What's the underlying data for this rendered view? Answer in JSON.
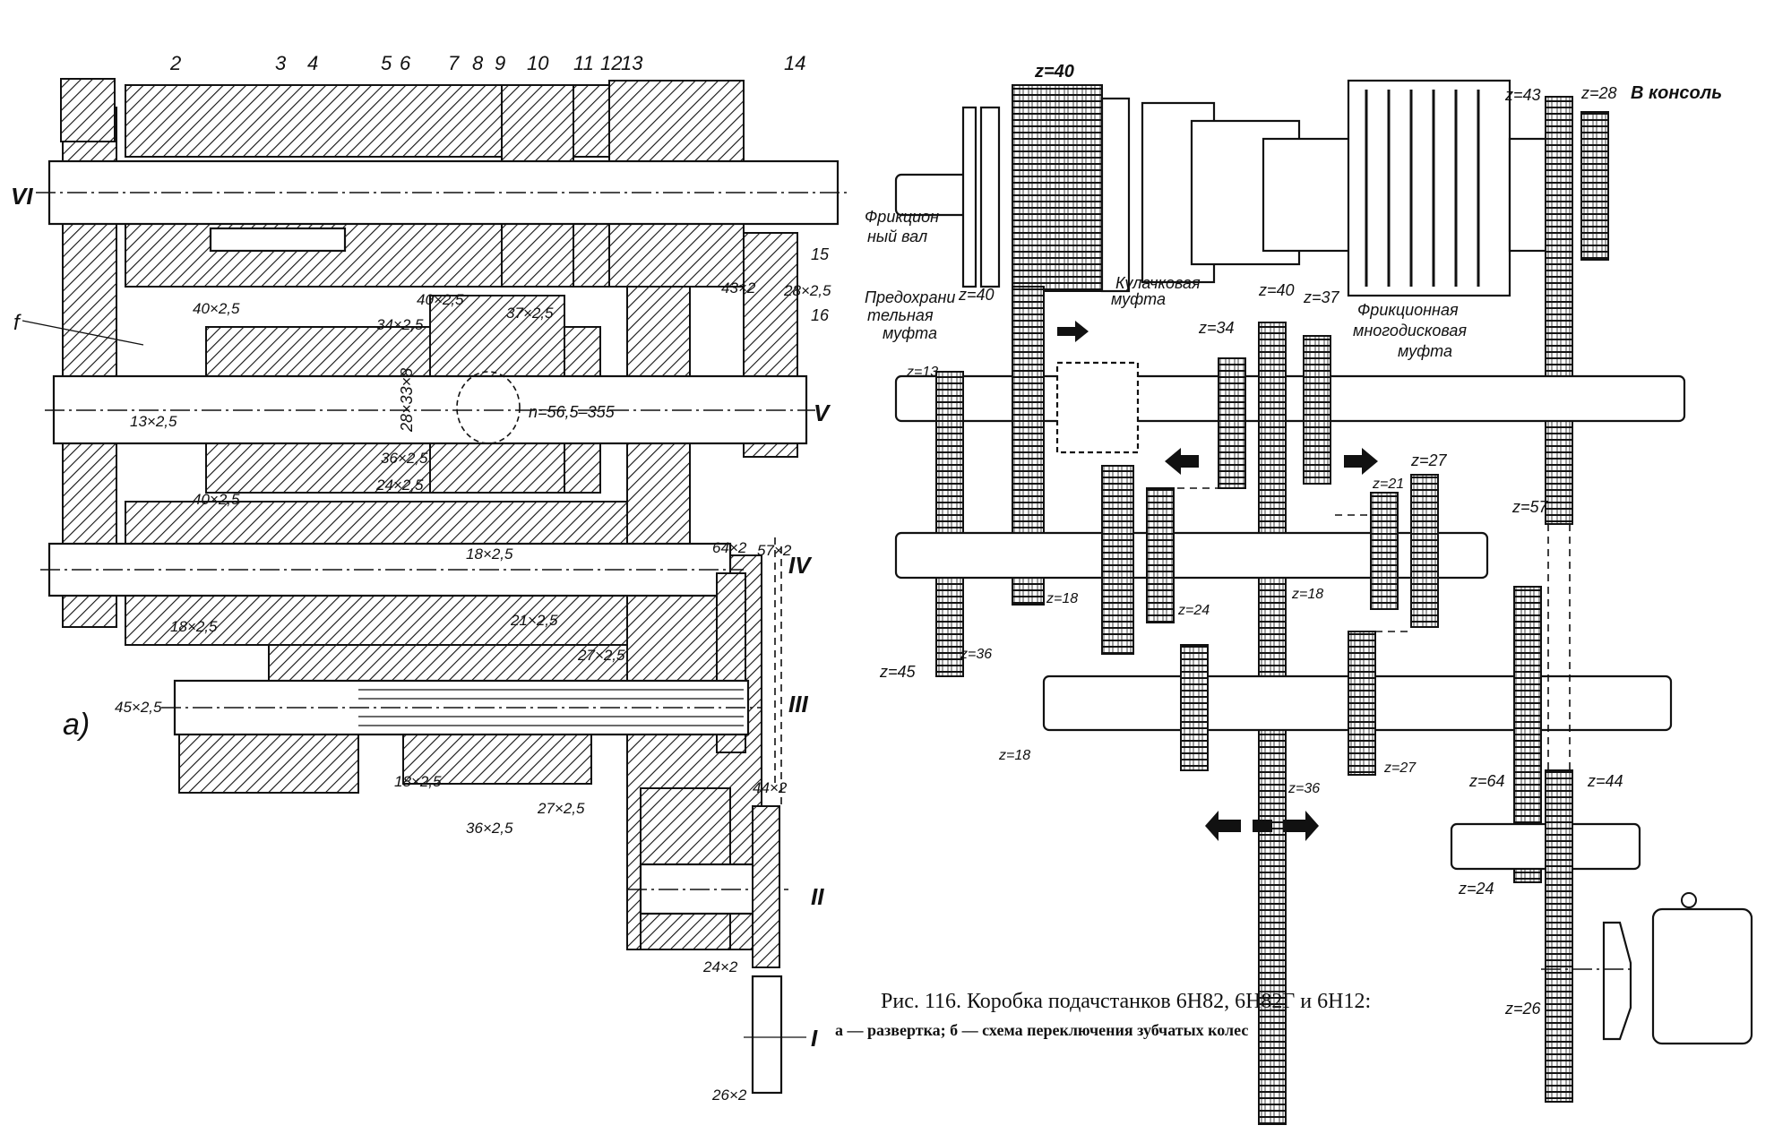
{
  "figure": {
    "number_caption": "Рис. 116. Коробка подачстанков 6Н82, 6Н82Г и 6Н12:",
    "sub_caption": "а — развертка; б — схема переключения зубчатых колес",
    "panel_a_label": "а)"
  },
  "drawing_a": {
    "part_numbers": [
      "2",
      "3",
      "4",
      "5",
      "6",
      "7",
      "8",
      "9",
      "10",
      "11",
      "12",
      "13",
      "14",
      "15",
      "16"
    ],
    "part_f": "f",
    "shafts": {
      "VI": "VI",
      "V": "V",
      "IV": "IV",
      "III": "III",
      "II": "II",
      "I": "I"
    },
    "spline": "28×33×8",
    "speed_range": "n=56,5–355",
    "gear_marks": {
      "g40x25_top": "40×2,5",
      "g40x25_mid": "40×2,5",
      "g34x25": "34×2,5",
      "g37x25": "37×2,5",
      "g43x2": "43×2",
      "g28x25": "28×2,5",
      "g13x25": "13×2,5",
      "g36x25_top": "36×2,5",
      "g24x25": "24×2,5",
      "g40x25_low": "40×2,5",
      "g18x25_center": "18×2,5",
      "g64x2": "64×2",
      "g57x2": "57×2",
      "g18x25_left": "18×2,5",
      "g21x25": "21×2,5",
      "g27x25_a": "27×2,5",
      "g45x25": "45×2,5",
      "g18x25_bottom": "18×2,5",
      "g36x25_bottom": "36×2,5",
      "g27x25_b": "27×2,5",
      "g44x2": "44×2",
      "g24x2": "24×2",
      "g26x2": "26×2"
    }
  },
  "drawing_b": {
    "labels": {
      "friction_shaft": [
        "Фрикцион",
        "ный вал"
      ],
      "safety_clutch": [
        "Предохрани",
        "тельная",
        "муфта"
      ],
      "dog_clutch": [
        "Кулачковая",
        "муфта"
      ],
      "multidisc_clutch": [
        "Фрикционная",
        "многодисковая",
        "муфта"
      ],
      "to_console": "В консоль"
    },
    "gears": {
      "z40_top": "z=40",
      "z40_safety": "z=40",
      "z43": "z=43",
      "z28": "z=28",
      "z34": "z=34",
      "z40_b": "z=40",
      "z37": "z=37",
      "z13": "z=13",
      "z27_a": "z=27",
      "z21": "z=21",
      "z57": "z=57",
      "z18_a": "z=18",
      "z24_a": "z=24",
      "z18_b": "z=18",
      "z36_a": "z=36",
      "z45": "z=45",
      "z18_c": "z=18",
      "z27_b": "z=27",
      "z36_b": "z=36",
      "z64": "z=64",
      "z44": "z=44",
      "z24_b": "z=24",
      "z26": "z=26"
    }
  }
}
